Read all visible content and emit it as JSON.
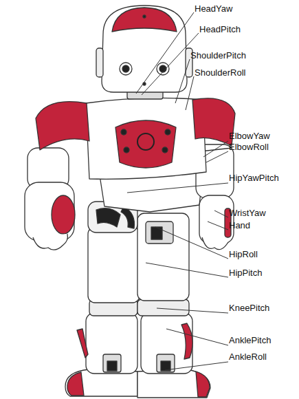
{
  "diagram": {
    "labels": [
      "HeadYaw",
      "HeadPitch",
      "ShoulderPitch",
      "ShoulderRoll",
      "ElbowYaw",
      "ElbowRoll",
      "HipYawPitch",
      "WristYaw",
      "Hand",
      "HipRoll",
      "HipPitch",
      "KneePitch",
      "AnklePitch",
      "AnkleRoll"
    ]
  }
}
